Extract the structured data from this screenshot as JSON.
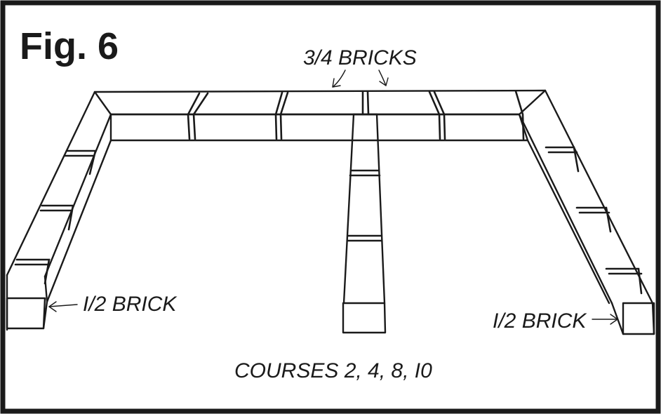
{
  "figure": {
    "title": "Fig. 6",
    "labels": {
      "three_quarter_bricks": "3/4 BRICKS",
      "half_brick_left": "I/2 BRICK",
      "half_brick_right": "I/2 BRICK",
      "courses": "COURSES 2, 4, 8, I0"
    },
    "colors": {
      "ink": "#1a1a1a",
      "background": "#ffffff"
    }
  }
}
